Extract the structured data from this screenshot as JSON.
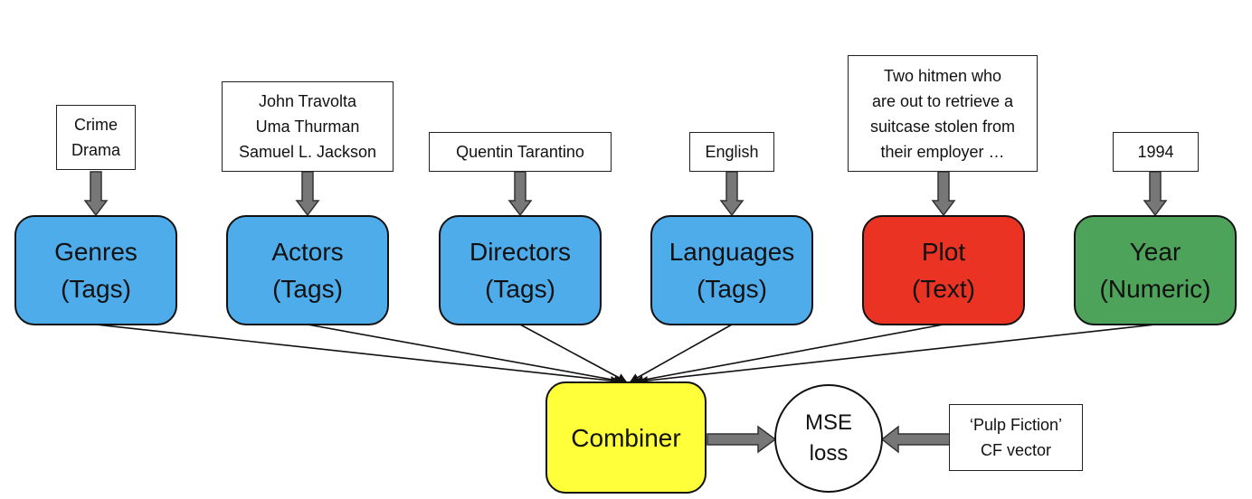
{
  "inputs": {
    "genres": [
      "Crime",
      "Drama"
    ],
    "actors": [
      "John Travolta",
      "Uma Thurman",
      "Samuel L. Jackson"
    ],
    "directors": [
      "Quentin Tarantino"
    ],
    "languages": [
      "English"
    ],
    "plot": [
      "Two hitmen who",
      "are out to retrieve a",
      "suitcase stolen from",
      "their employer …"
    ],
    "year": [
      "1994"
    ]
  },
  "nodes": {
    "genres": {
      "line1": "Genres",
      "line2": "(Tags)",
      "color": "#4EACEB"
    },
    "actors": {
      "line1": "Actors",
      "line2": "(Tags)",
      "color": "#4EACEB"
    },
    "directors": {
      "line1": "Directors",
      "line2": "(Tags)",
      "color": "#4EACEB"
    },
    "languages": {
      "line1": "Languages",
      "line2": "(Tags)",
      "color": "#4EACEB"
    },
    "plot": {
      "line1": "Plot",
      "line2": "(Text)",
      "color": "#EA3323"
    },
    "year": {
      "line1": "Year",
      "line2": "(Numeric)",
      "color": "#4EA35A"
    }
  },
  "combiner": {
    "label": "Combiner",
    "color": "#FFFF3A"
  },
  "mse": {
    "line1": "MSE",
    "line2": "loss"
  },
  "target": {
    "line1": "‘Pulp Fiction’",
    "line2": "CF vector"
  }
}
